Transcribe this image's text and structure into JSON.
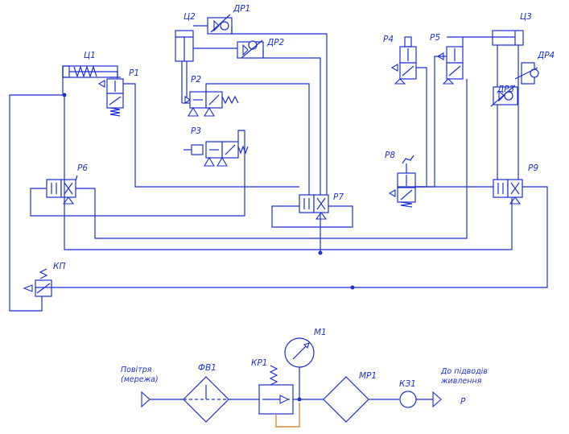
{
  "colors": {
    "line": "#1a2fd6",
    "drain": "#d98a3a",
    "background": "#ffffff"
  },
  "labels": {
    "c1": "Ц1",
    "c2": "Ц2",
    "c3": "Ц3",
    "dr1": "ДР1",
    "dr2": "ДР2",
    "dr3": "ДР3",
    "dr4": "ДР4",
    "p1": "Р1",
    "p2": "Р2",
    "p3": "Р3",
    "p4": "Р4",
    "p5": "Р5",
    "p6": "Р6",
    "p7": "Р7",
    "p8": "Р8",
    "p9": "Р9",
    "kp": "КП"
  },
  "supply": {
    "source_line1": "Повітря",
    "source_line2": "(мережа)",
    "fv1": "ФВ1",
    "kr1": "КР1",
    "m1": "М1",
    "mp1": "МР1",
    "kz1": "КЗ1",
    "target_line1": "До підводів",
    "target_line2": "живлення",
    "p": "Р"
  }
}
